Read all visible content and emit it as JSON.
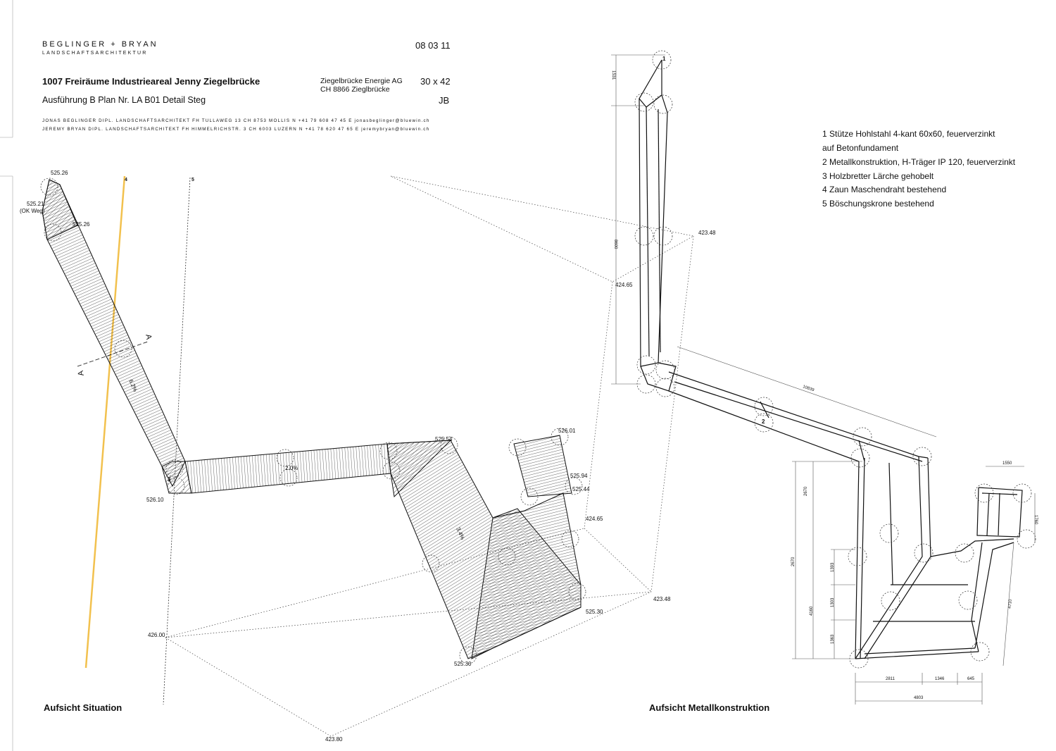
{
  "header": {
    "firm_name": "BEGLINGER + BRYAN",
    "firm_subtitle": "LANDSCHAFTSARCHITEKTUR",
    "date": "08 03 11",
    "project_title": "1007 Freiräume Industrieareal Jenny Ziegelbrücke",
    "client_line1": "Ziegelbrücke Energie AG",
    "client_line2": "CH 8866 Zieglbrücke",
    "paper_format": "30 x 42",
    "plan_info": "Ausführung B   Plan Nr. LA B01   Detail Steg",
    "drawn_by": "JB",
    "architect_lines": [
      "JONAS BEGLINGER  DIPL. LANDSCHAFTSARCHITEKT FH  TULLAWEG 13  CH 8753 MOLLIS   N +41 79 608 47 45    E jonasbeglinger@bluewin.ch",
      "JEREMY BRYAN  DIPL. LANDSCHAFTSARCHITEKT FH  HIMMELRICHSTR. 3   CH 6003 LUZERN   N +41 78 620 47 65   E jeremybryan@bluewin.ch"
    ]
  },
  "legend": [
    "1  Stütze Hohlstahl 4-kant 60x60, feuerverzinkt",
    "auf Betonfundament",
    "2  Metallkonstruktion, H-Träger IP 120, feuerverzinkt",
    "3  Holzbretter Lärche gehobelt",
    "4  Zaun Maschendraht bestehend",
    "5  Böschungskrone bestehend"
  ],
  "sections": {
    "situation_title": "Aufsicht Situation",
    "metal_title": "Aufsicht Metallkonstruktion"
  },
  "situation_labels": {
    "elev_top": "525.26",
    "elev_okweg": "525.21",
    "okweg": "(OK Weg)",
    "elev_2": "525.26",
    "elev_bottom_left": "526.10",
    "elev_a": "525.54",
    "elev_b": "526.01",
    "elev_c": "525.94",
    "elev_d": "525.44",
    "elev_e": "525.30",
    "elev_f": "525.30",
    "elev_g": "424.65",
    "elev_h": "423.48",
    "elev_i": "426.00",
    "elev_j": "423.80",
    "elev_k": "424.65",
    "elev_l": "423.48",
    "slope_1": "2.0%",
    "slope_2": "6.2%",
    "slope_3": "3.4%",
    "marker_3": "3",
    "marker_4": "4",
    "marker_5": "5",
    "section_a1": "A",
    "section_a2": "A"
  },
  "metal_labels": {
    "marker_1": "1",
    "marker_2": "2",
    "dim_1": "1531",
    "dim_2": "8600",
    "dim_3": "10839",
    "dim_4": "2811",
    "dim_5": "1346",
    "dim_6": "645",
    "dim_7": "4803",
    "dim_8": "2670",
    "dim_9": "4160",
    "dim_10": "1393",
    "dim_11": "1303",
    "dim_12": "1363",
    "dim_13": "1550",
    "dim_14": "1760",
    "dim_15": "4710"
  },
  "colors": {
    "fence": "#f2c14e",
    "line": "#111111"
  }
}
